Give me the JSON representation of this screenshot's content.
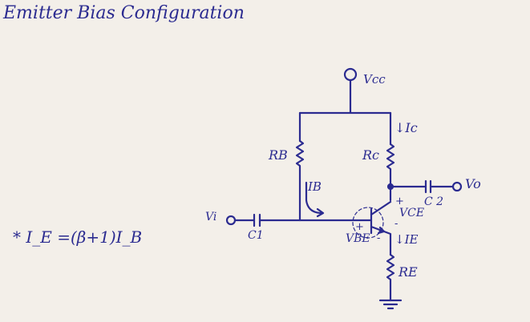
{
  "title": "Emitter Bias Configuration",
  "formula": "* I_E =(β+1)I_B",
  "labels": {
    "vcc": "Vcc",
    "rb": "RB",
    "rc": "Rc",
    "re": "RE",
    "ib": "IB",
    "ic": "↓Ic",
    "ie": "↓IE",
    "vi": "Vi",
    "vo": "Vo",
    "c1": "C1",
    "c2": "C 2",
    "vce": "VCE",
    "vbe": "VBE",
    "plus": "+",
    "minus": "-"
  },
  "colors": {
    "ink": "#2b2b90",
    "paper": "#f3efe9"
  }
}
